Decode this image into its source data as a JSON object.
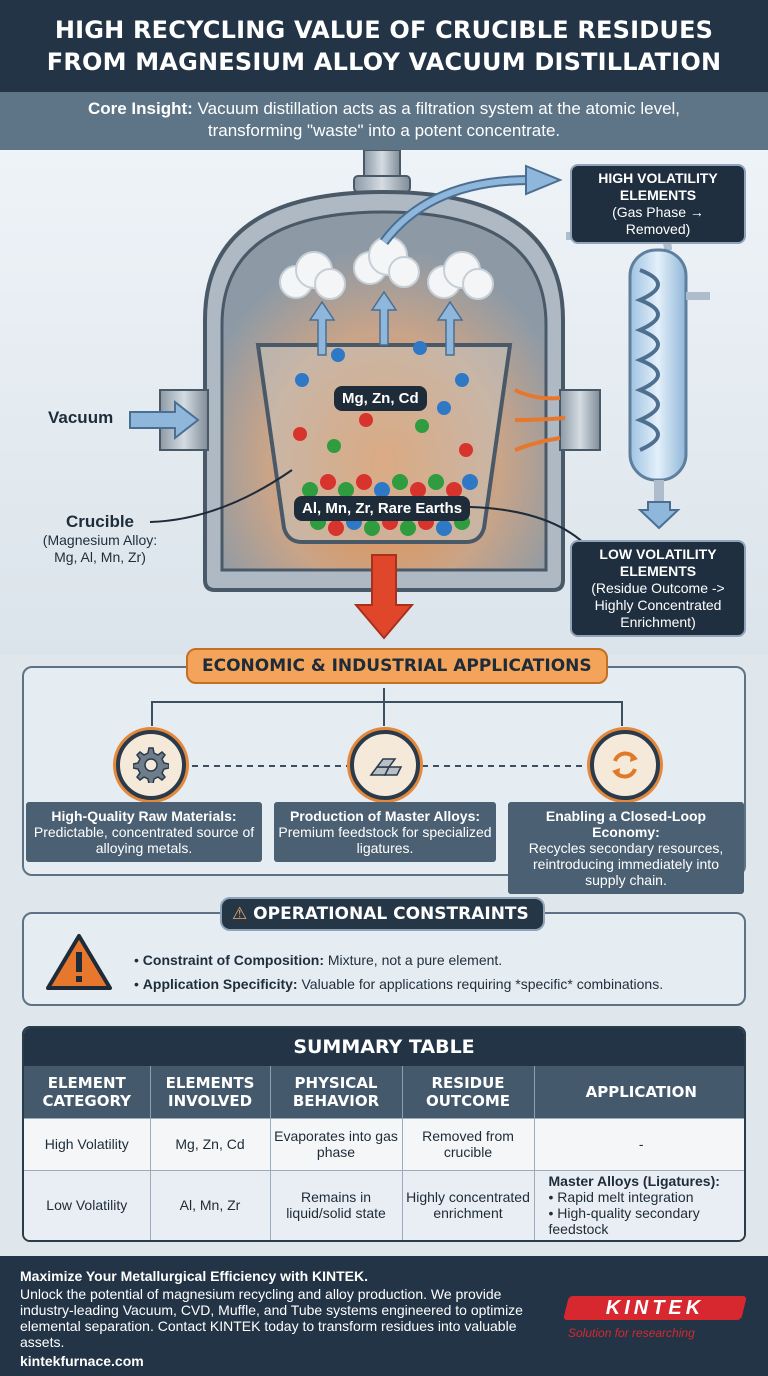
{
  "header": {
    "title_line1": "HIGH RECYCLING VALUE OF CRUCIBLE RESIDUES",
    "title_line2": "FROM MAGNESIUM ALLOY VACUUM DISTILLATION"
  },
  "insight": {
    "label": "Core Insight:",
    "text_line1": "Vacuum distillation acts as a filtration system at the atomic level,",
    "text_line2": "transforming \"waste\" into a potent concentrate."
  },
  "diagram": {
    "high_volatility_title": "HIGH VOLATILITY ELEMENTS",
    "high_volatility_sub": "(Gas Phase → Removed)",
    "vacuum_label": "Vacuum",
    "crucible_title": "Crucible",
    "crucible_sub": "(Magnesium Alloy: Mg, Al, Mn, Zr)",
    "volatile_chip": "Mg, Zn, Cd",
    "residue_chip": "Al, Mn, Zr, Rare Earths",
    "low_volatility_title": "LOW VOLATILITY ELEMENTS",
    "low_volatility_sub": "(Residue Outcome -> Highly Concentrated Enrichment)",
    "colors": {
      "vessel": "#4a5968",
      "heat": "#e8772e",
      "arrow": "#e0462a",
      "gas_arrow": "#5d94c6"
    }
  },
  "applications": {
    "title": "ECONOMIC & INDUSTRIAL APPLICATIONS",
    "items": [
      {
        "icon": "gear-icon",
        "title": "High-Quality Raw Materials:",
        "text": "Predictable, concentrated source of alloying metals."
      },
      {
        "icon": "metal-ingots-icon",
        "title": "Production of Master Alloys:",
        "text": "Premium feedstock for specialized ligatures."
      },
      {
        "icon": "recycle-icon",
        "title": "Enabling a Closed-Loop Economy:",
        "text": "Recycles secondary resources, reintroducing immediately into supply chain."
      }
    ]
  },
  "constraints": {
    "title": "OPERATIONAL CONSTRAINTS",
    "items": [
      {
        "label": "Constraint of Composition:",
        "text": " Mixture, not a pure element."
      },
      {
        "label": "Application Specificity:",
        "text": " Valuable for applications requiring *specific* combinations."
      }
    ]
  },
  "table": {
    "title": "SUMMARY TABLE",
    "headers": [
      "ELEMENT CATEGORY",
      "ELEMENTS INVOLVED",
      "PHYSICAL BEHAVIOR",
      "RESIDUE OUTCOME",
      "APPLICATION"
    ],
    "rows": [
      [
        "High Volatility",
        "Mg, Zn, Cd",
        "Evaporates into gas phase",
        "Removed from crucible",
        "-"
      ],
      [
        "Low Volatility",
        "Al, Mn, Zr",
        "Remains in liquid/solid state",
        "Highly concentrated enrichment",
        ""
      ]
    ],
    "app_title": "Master Alloys (Ligatures):",
    "app_bullets": [
      "• Rapid melt integration",
      "• High-quality secondary feedstock"
    ]
  },
  "footer": {
    "title": "Maximize Your Metallurgical Efficiency with KINTEK.",
    "body": "Unlock the potential of magnesium recycling and alloy production. We provide industry-leading Vacuum, CVD, Muffle, and Tube systems engineered to optimize elemental separation. Contact KINTEK today to transform residues into valuable assets.",
    "url": "kintekfurnace.com",
    "logo": "KINTEK",
    "tagline": "Solution for researching"
  }
}
